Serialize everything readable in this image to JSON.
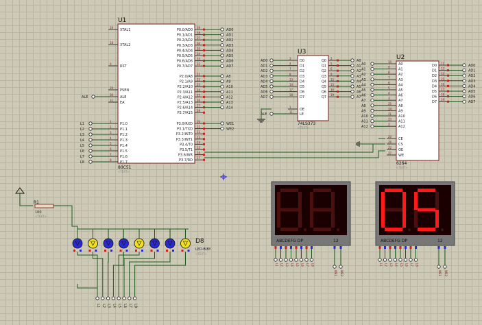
{
  "u1": {
    "ref": "U1",
    "part": "80C51",
    "text_tag": "<TEXT>",
    "left_pins": [
      {
        "name": "XTAL1",
        "num": "19"
      },
      {
        "name": "XTAL2",
        "num": "18"
      },
      {
        "name": "RST",
        "num": "9"
      },
      {
        "name": "PSEN",
        "num": "29"
      },
      {
        "name": "ALE",
        "num": "30"
      },
      {
        "name": "EA",
        "num": "31"
      },
      {
        "name": "P1.0",
        "num": "1"
      },
      {
        "name": "P1.1",
        "num": "2"
      },
      {
        "name": "P1.2",
        "num": "3"
      },
      {
        "name": "P1.3",
        "num": "4"
      },
      {
        "name": "P1.4",
        "num": "5"
      },
      {
        "name": "P1.5",
        "num": "6"
      },
      {
        "name": "P1.6",
        "num": "7"
      },
      {
        "name": "P1.7",
        "num": "8"
      }
    ],
    "right_pins": [
      {
        "name": "P0.0/AD0",
        "num": "39"
      },
      {
        "name": "P0.1/AD1",
        "num": "38"
      },
      {
        "name": "P0.2/AD2",
        "num": "37"
      },
      {
        "name": "P0.3/AD3",
        "num": "36"
      },
      {
        "name": "P0.4/AD4",
        "num": "35"
      },
      {
        "name": "P0.5/AD5",
        "num": "34"
      },
      {
        "name": "P0.6/AD6",
        "num": "33"
      },
      {
        "name": "P0.7/AD7",
        "num": "32"
      },
      {
        "name": "P2.0/A8",
        "num": "21"
      },
      {
        "name": "P2.1/A9",
        "num": "22"
      },
      {
        "name": "P2.2/A10",
        "num": "23"
      },
      {
        "name": "P2.3/A11",
        "num": "24"
      },
      {
        "name": "P2.4/A12",
        "num": "25"
      },
      {
        "name": "P2.5/A13",
        "num": "26"
      },
      {
        "name": "P2.6/A14",
        "num": "27"
      },
      {
        "name": "P2.7/A15",
        "num": "28"
      },
      {
        "name": "P3.0/RXD",
        "num": "10"
      },
      {
        "name": "P3.1/TXD",
        "num": "11"
      },
      {
        "name": "P3.2/INT0",
        "num": "12"
      },
      {
        "name": "P3.3/INT1",
        "num": "13"
      },
      {
        "name": "P3.4/T0",
        "num": "14"
      },
      {
        "name": "P3.5/T1",
        "num": "15"
      },
      {
        "name": "P3.6/WR",
        "num": "16"
      },
      {
        "name": "P3.7/RD",
        "num": "17"
      }
    ],
    "right_labels": [
      "AD0",
      "AD1",
      "AD2",
      "AD3",
      "AD4",
      "AD5",
      "AD6",
      "AD7",
      "A8",
      "A9",
      "A10",
      "A11",
      "A12",
      "A13",
      "A14",
      "WE1",
      "WE2"
    ],
    "left_labels": [
      "ALE",
      "L1",
      "L2",
      "L3",
      "L4",
      "L5",
      "L6",
      "L7",
      "L8"
    ]
  },
  "u3": {
    "ref": "U3",
    "part": "74LS373",
    "text_tag": "<TEXT>",
    "left_pins": [
      {
        "name": "D0",
        "num": "3"
      },
      {
        "name": "D1",
        "num": "4"
      },
      {
        "name": "D2",
        "num": "7"
      },
      {
        "name": "D3",
        "num": "8"
      },
      {
        "name": "D4",
        "num": "13"
      },
      {
        "name": "D5",
        "num": "14"
      },
      {
        "name": "D6",
        "num": "17"
      },
      {
        "name": "D7",
        "num": "18"
      },
      {
        "name": "OE",
        "num": "1"
      },
      {
        "name": "LE",
        "num": "11"
      }
    ],
    "right_pins": [
      {
        "name": "Q0",
        "num": "2"
      },
      {
        "name": "Q1",
        "num": "5"
      },
      {
        "name": "Q2",
        "num": "6"
      },
      {
        "name": "Q3",
        "num": "9"
      },
      {
        "name": "Q4",
        "num": "12"
      },
      {
        "name": "Q5",
        "num": "15"
      },
      {
        "name": "Q6",
        "num": "16"
      },
      {
        "name": "Q7",
        "num": "19"
      }
    ],
    "in_labels": [
      "AD0",
      "AD1",
      "AD2",
      "AD3",
      "AD4",
      "AD5",
      "AD6",
      "AD7",
      "ALE"
    ],
    "out_labels": [
      "A0",
      "A1",
      "A2",
      "A3",
      "A4",
      "A5",
      "A6",
      "A7"
    ]
  },
  "u2": {
    "ref": "U2",
    "part": "6264",
    "text_tag": "<TEXT>",
    "left_pins": [
      {
        "name": "A0",
        "num": "10"
      },
      {
        "name": "A1",
        "num": "9"
      },
      {
        "name": "A2",
        "num": "8"
      },
      {
        "name": "A3",
        "num": "7"
      },
      {
        "name": "A4",
        "num": "6"
      },
      {
        "name": "A5",
        "num": "5"
      },
      {
        "name": "A6",
        "num": "4"
      },
      {
        "name": "A7",
        "num": "3"
      },
      {
        "name": "A8",
        "num": "25"
      },
      {
        "name": "A9",
        "num": "24"
      },
      {
        "name": "A10",
        "num": "21"
      },
      {
        "name": "A11",
        "num": "23"
      },
      {
        "name": "A12",
        "num": "2"
      },
      {
        "name": "CE",
        "num": "20"
      },
      {
        "name": "CS",
        "num": "26"
      },
      {
        "name": "OE",
        "num": "22"
      },
      {
        "name": "WE",
        "num": "27"
      }
    ],
    "right_pins": [
      {
        "name": "D0",
        "num": "11"
      },
      {
        "name": "D1",
        "num": "12"
      },
      {
        "name": "D2",
        "num": "13"
      },
      {
        "name": "D3",
        "num": "15"
      },
      {
        "name": "D4",
        "num": "16"
      },
      {
        "name": "D5",
        "num": "17"
      },
      {
        "name": "D6",
        "num": "18"
      },
      {
        "name": "D7",
        "num": "19"
      }
    ],
    "in_labels": [
      "A0",
      "A1",
      "A2",
      "A3",
      "A4",
      "A5",
      "A6",
      "A7",
      "A8",
      "A9",
      "A10",
      "A11",
      "A12"
    ],
    "out_labels": [
      "AD0",
      "AD1",
      "AD2",
      "AD3",
      "AD4",
      "AD5",
      "AD6",
      "AD7"
    ]
  },
  "r1": {
    "ref": "R1",
    "value": "100",
    "text_tag": "<TEXT>"
  },
  "leds": {
    "ref": "D8",
    "part": "LED-BIBY",
    "text_tag": "<TEXT>",
    "count": 8,
    "colors": [
      "#2a2ad0",
      "#f0e020",
      "#2a2ad0",
      "#2a2ad0",
      "#f0e020",
      "#2a2ad0",
      "#2a2ad0",
      "#f0e020"
    ],
    "bottom_labels": [
      "L1",
      "L2",
      "L3",
      "L4",
      "L5",
      "L6",
      "L7",
      "L8"
    ]
  },
  "display1": {
    "label": "ABCDEFG  DP",
    "digits_label": "12",
    "digits": [
      "8",
      "8"
    ],
    "lit": false,
    "pin_labels": [
      "L1",
      "L2",
      "L3",
      "L4",
      "L5",
      "L6",
      "L7",
      "L8"
    ],
    "select_labels": [
      "WE1",
      "WE2"
    ]
  },
  "display2": {
    "label": "ABCDEFG  DP",
    "digits_label": "12",
    "digits": [
      "0",
      "5"
    ],
    "lit": true,
    "pin_labels": [
      "L1",
      "L2",
      "L3",
      "L4",
      "L5",
      "L6",
      "L7",
      "L8"
    ],
    "select_labels": [
      "WE1",
      "WE2"
    ]
  },
  "colors": {
    "background": "#ccc9b6",
    "chip_border": "#7a1a1a",
    "wire": "#1a5a1a",
    "segment_on": "#ff1a1a",
    "segment_off": "#4a1010"
  }
}
